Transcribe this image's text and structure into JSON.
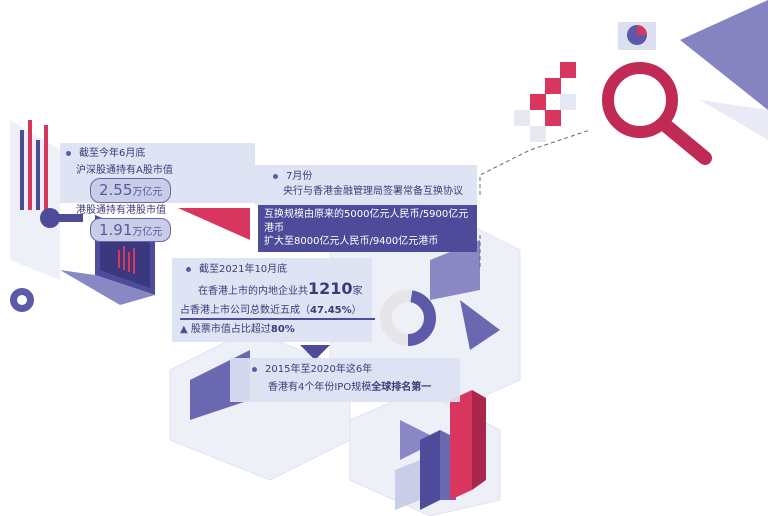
{
  "box1": {
    "heading": "截至今年6月底",
    "row1_label": "沪深股通持有A股市值",
    "row1_value": "2.55",
    "row1_unit": "万亿元",
    "row2_label": "港股通持有港股市值",
    "row2_value": "1.91",
    "row2_unit": "万亿元"
  },
  "box2": {
    "heading": "7月份",
    "line1": "央行与香港金融管理局签署常备互换协议",
    "band_line1": "互换规模由原来的5000亿元人民币/5900亿元港币",
    "band_line2": "扩大至8000亿元人民币/9400亿元港币"
  },
  "box3": {
    "heading": "截至2021年10月底",
    "line1_prefix": "在香港上市的内地企业共",
    "line1_number": "1210",
    "line1_suffix": "家",
    "line2_prefix": "占香港上市公司总数近五成（",
    "line2_percent": "47.45%",
    "line2_suffix": "）",
    "line3_prefix": "股票市值占比超过",
    "line3_percent": "80%",
    "donut_share": 0.4745
  },
  "box4": {
    "heading": "2015年至2020年这6年",
    "line1_prefix": "香港有4个年份IPO规模",
    "line1_bold": "全球排名第一"
  },
  "colors": {
    "navy": "#4e4b9a",
    "pink": "#d8365f",
    "light": "#dce2f3"
  }
}
